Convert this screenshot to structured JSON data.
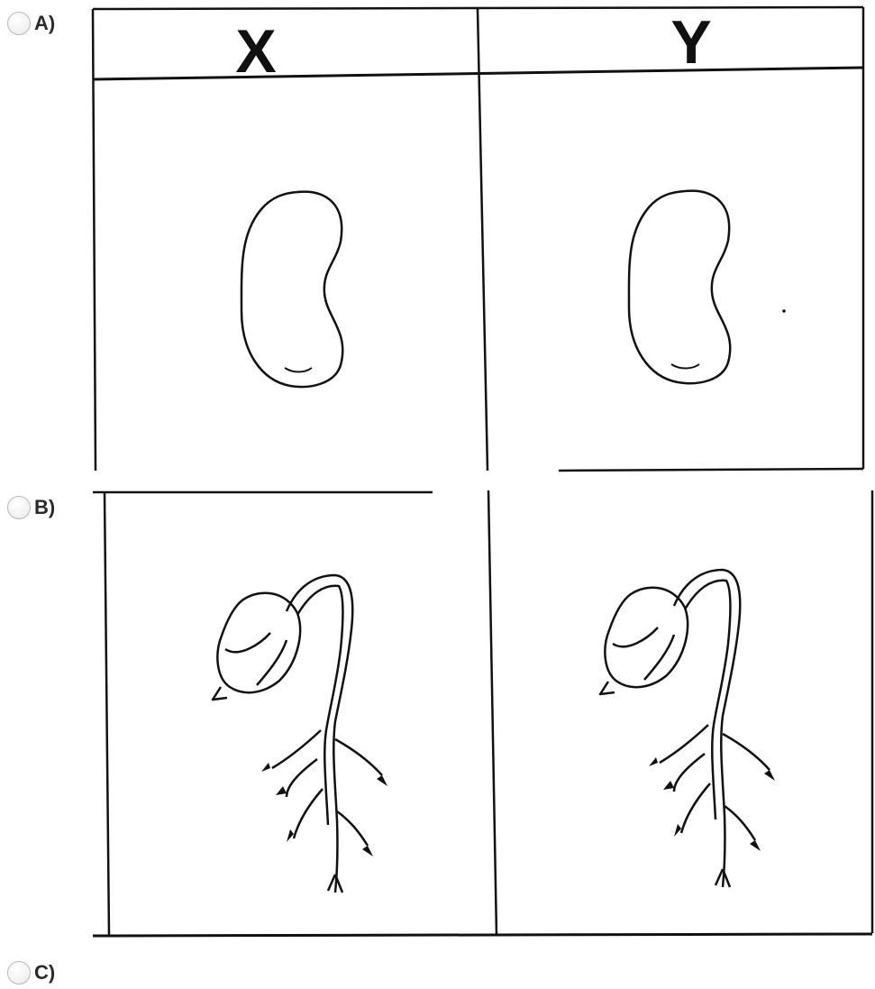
{
  "options": [
    {
      "label": "A)",
      "headers": [
        "X",
        "Y"
      ],
      "stage": "seed"
    },
    {
      "label": "B)",
      "headers": [],
      "stage": "seedling"
    },
    {
      "label": "C)"
    }
  ]
}
